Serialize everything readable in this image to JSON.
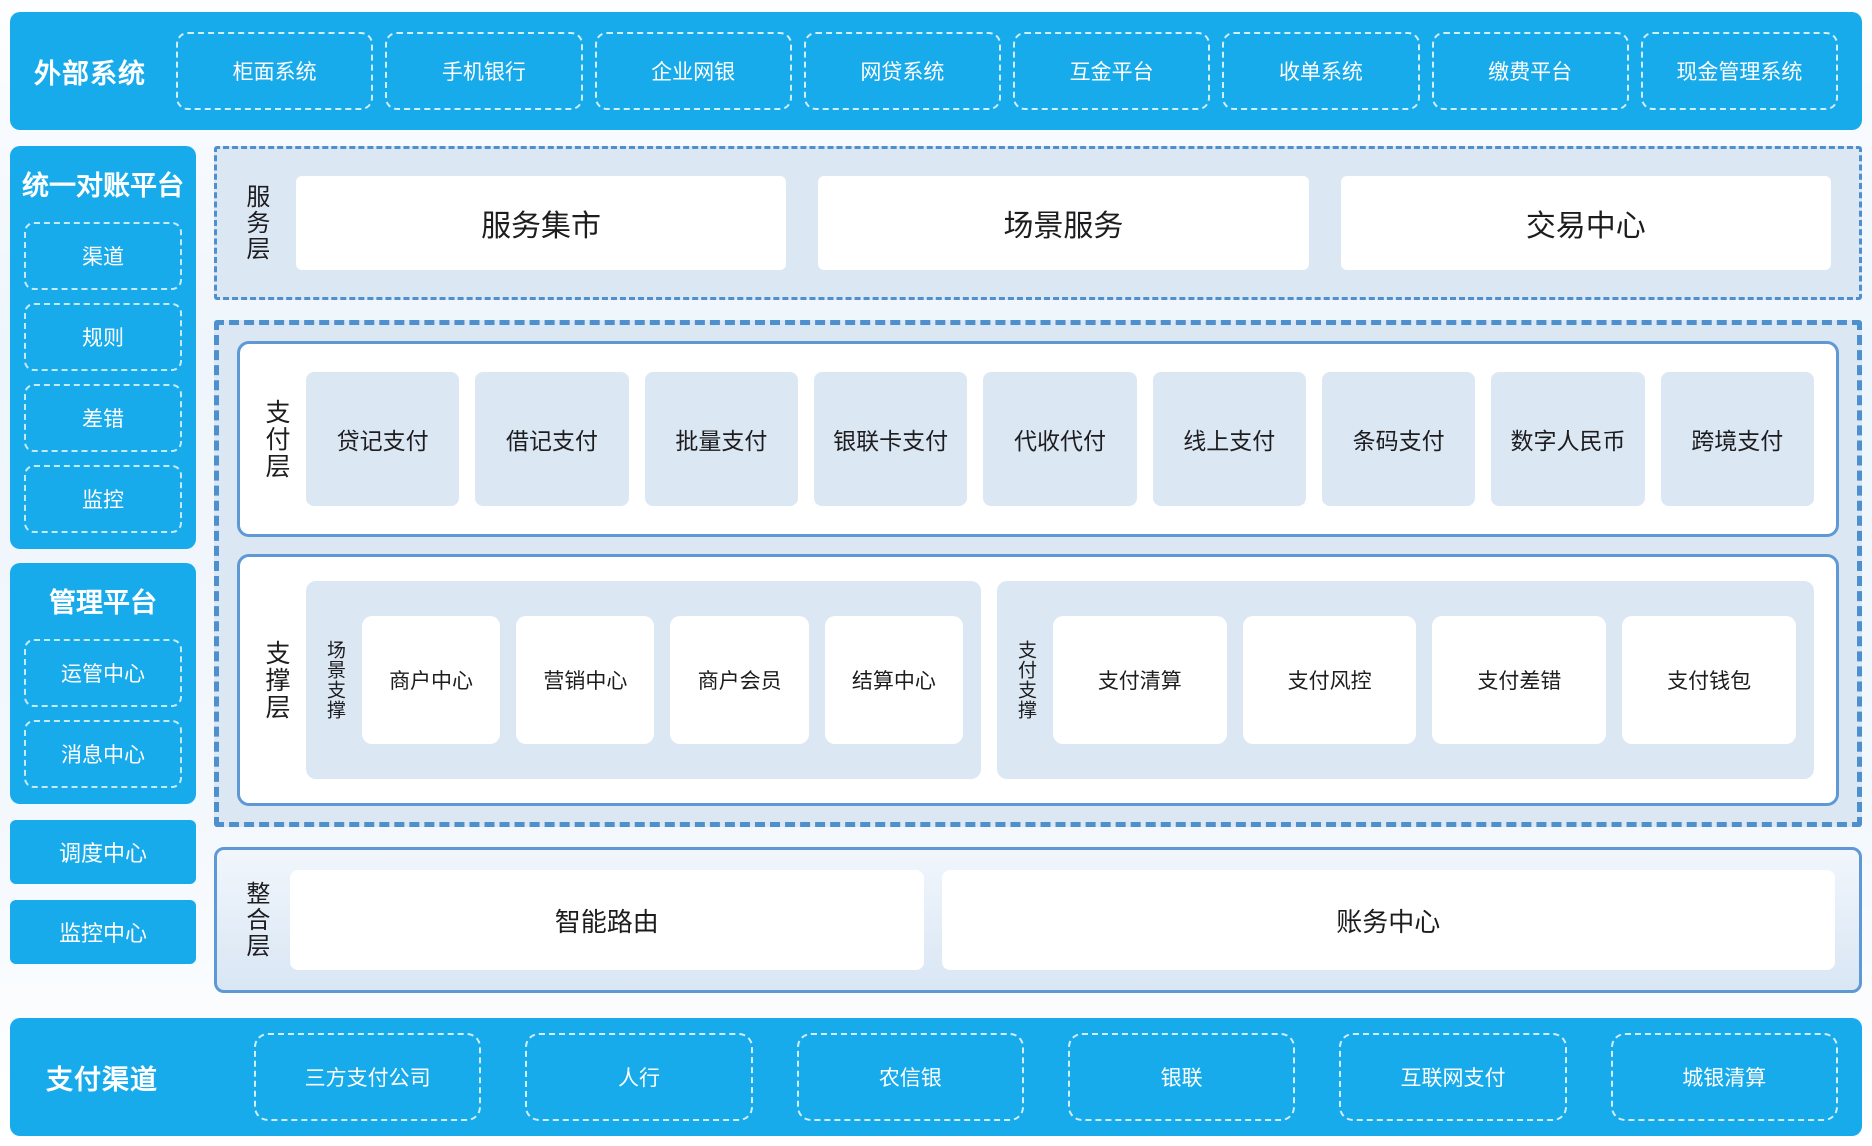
{
  "colors": {
    "accent_blue": "#18ABEB",
    "panel_light_blue": "#DCE7F4",
    "solid_border_blue": "#5E99D5",
    "dashed_border_blue": "#4E90CE",
    "text_dark": "#1d1d1f",
    "text_white": "#ffffff"
  },
  "top_bar": {
    "title": "外部系统",
    "items": [
      "柜面系统",
      "手机银行",
      "企业网银",
      "网贷系统",
      "互金平台",
      "收单系统",
      "缴费平台",
      "现金管理系统"
    ]
  },
  "sidebar": {
    "recon_platform": {
      "title": "统一对账平台",
      "items": [
        "渠道",
        "规则",
        "差错",
        "监控"
      ]
    },
    "mgmt_platform": {
      "title": "管理平台",
      "items": [
        "运管中心",
        "消息中心"
      ]
    },
    "solo_boxes": [
      "调度中心",
      "监控中心"
    ]
  },
  "service_layer": {
    "label": "服务层",
    "items": [
      "服务集市",
      "场景服务",
      "交易中心"
    ]
  },
  "payment_layer": {
    "label": "支付层",
    "items": [
      "贷记支付",
      "借记支付",
      "批量支付",
      "银联卡支付",
      "代收代付",
      "线上支付",
      "条码支付",
      "数字人民币",
      "跨境支付"
    ]
  },
  "support_layer": {
    "label": "支撑层",
    "groups": [
      {
        "label": "场景支撑",
        "items": [
          "商户中心",
          "营销中心",
          "商户会员",
          "结算中心"
        ]
      },
      {
        "label": "支付支撑",
        "items": [
          "支付清算",
          "支付风控",
          "支付差错",
          "支付钱包"
        ]
      }
    ]
  },
  "integration_layer": {
    "label": "整合层",
    "items": [
      "智能路由",
      "账务中心"
    ]
  },
  "bottom_bar": {
    "title": "支付渠道",
    "items": [
      "三方支付公司",
      "人行",
      "农信银",
      "银联",
      "互联网支付",
      "城银清算"
    ]
  }
}
